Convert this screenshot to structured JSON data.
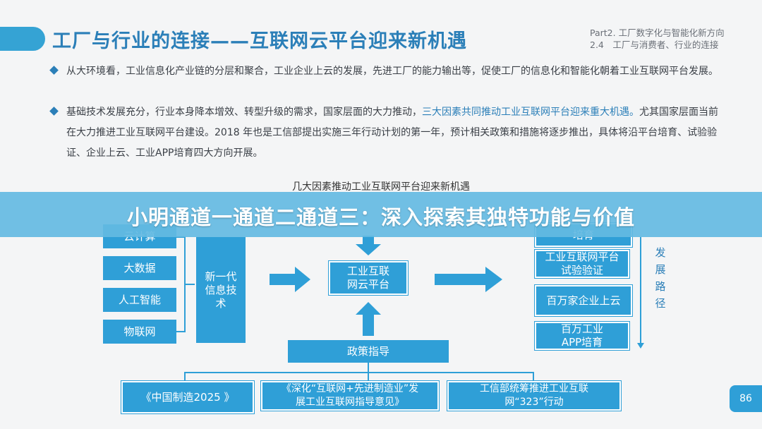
{
  "header": {
    "title": "工厂与行业的连接——互联网云平台迎来新机遇",
    "part_line1": "Part2. 工厂数字化与智能化新方向",
    "part_line2": "2.4　工厂与消费者、行业的连接"
  },
  "bullets": [
    {
      "pre": "从大环境看，工业信息化产业链的分层和聚合，工业企业上云的发展，先进工厂的能力输出等，促使工厂的信息化和智能化朝着工业互联网平台发展。",
      "highlight": "",
      "post": ""
    },
    {
      "pre": "基础技术发展充分，行业本身降本增效、转型升级的需求，国家层面的大力推动，",
      "highlight": "三大因素共同推动工业互联网平台迎来重大机遇。",
      "post": "尤其国家层面当前在大力推进工业互联网平台建设。2018 年也是工信部提出实施三年行动计划的第一年，预计相关政策和措施将逐步推出，具体将沿平台培育、试验验证、企业上云、工业APP培育四大方向开展。"
    }
  ],
  "diagram": {
    "title": "几大因素推动工业互联网平台迎来新机遇",
    "left_items": [
      "云计算",
      "大数据",
      "人工智能",
      "物联网"
    ],
    "tech_box": "新一代信息技术",
    "center_box": "工业互联网云平台",
    "policy_box": "政策指导",
    "right_items": [
      "培育",
      "工业互联网平台试验验证",
      "百万家企业上云",
      "百万工业APP培育"
    ],
    "side_label": "发展路径",
    "bottom_items": [
      "《中国制造2025 》",
      "《深化“互联网+先进制造业”发展工业互联网指导意见》",
      "工信部统筹推进工业互联网“323”行动"
    ]
  },
  "banner": {
    "text": "小明通道一通道二通道三：深入探索其独特功能与价值"
  },
  "page_number": "86",
  "colors": {
    "accent": "#2f9fd7",
    "title": "#2b7fb8",
    "banner": "#64bae2",
    "background": "#f4f5f6"
  }
}
